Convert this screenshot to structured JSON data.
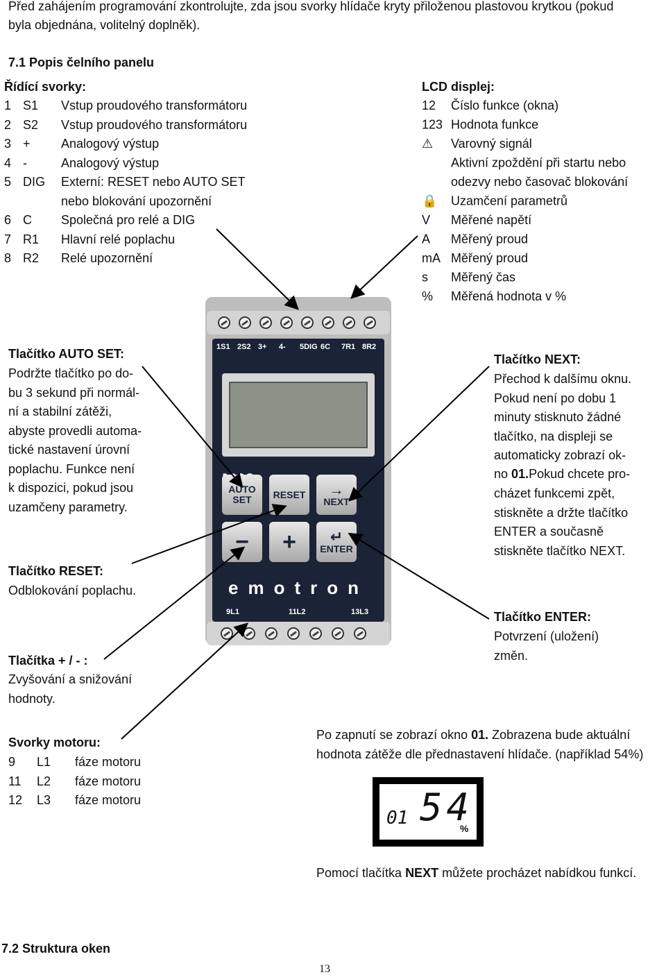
{
  "intro": [
    "Před zahájením programování zkontrolujte, zda jsou svorky hlídače kryty přiloženou plastovou krytkou (pokud",
    "byla objednána, volitelný doplněk)."
  ],
  "section_title": "7.1 Popis čelního panelu",
  "control_terminals": {
    "title": "Řídící svorky:",
    "rows": [
      {
        "num": "1",
        "code": "S1",
        "desc": "Vstup proudového transformátoru"
      },
      {
        "num": "2",
        "code": "S2",
        "desc": "Vstup proudového transformátoru"
      },
      {
        "num": "3",
        "code": "+",
        "desc": "Analogový výstup"
      },
      {
        "num": "4",
        "code": "-",
        "desc": "Analogový výstup"
      },
      {
        "num": "5",
        "code": "DIG",
        "desc": "Externí: RESET nebo AUTO SET"
      },
      {
        "num": "",
        "code": "",
        "desc": "nebo blokování upozornění"
      },
      {
        "num": "6",
        "code": "C",
        "desc": "Společná pro relé a DIG"
      },
      {
        "num": "7",
        "code": "R1",
        "desc": "Hlavní relé poplachu"
      },
      {
        "num": "8",
        "code": "R2",
        "desc": "Relé upozornění"
      }
    ]
  },
  "lcd_display": {
    "title": "LCD displej:",
    "rows": [
      {
        "sym": "12",
        "desc": "Číslo funkce (okna)"
      },
      {
        "sym": "123",
        "desc": "Hodnota funkce"
      },
      {
        "sym": "⚠",
        "desc": "Varovný signál"
      },
      {
        "sym": "",
        "desc": "Aktivní zpoždění při startu nebo"
      },
      {
        "sym": "",
        "desc": "odezvy nebo časovač blokování"
      },
      {
        "sym": "🔒",
        "desc": "Uzamčení parametrů"
      },
      {
        "sym": "V",
        "desc": "Měřené napětí"
      },
      {
        "sym": "A",
        "desc": "Měřený proud"
      },
      {
        "sym": "mA",
        "desc": "Měřený proud"
      },
      {
        "sym": "s",
        "desc": "Měřený čas"
      },
      {
        "sym": "%",
        "desc": "Měřená hodnota v %"
      }
    ]
  },
  "autoset": {
    "title": "Tlačítko AUTO SET:",
    "lines": [
      "Podržte tlačítko po do-",
      "bu 3 sekund při normál-",
      "ní a stabilní zátěži,",
      "abyste provedli automa-",
      "tické nastavení úrovní",
      "poplachu. Funkce není",
      "k dispozici, pokud jsou",
      "uzamčeny parametry."
    ]
  },
  "reset": {
    "title": "Tlačítko RESET:",
    "lines": [
      "Odblokování poplachu."
    ]
  },
  "plusminus": {
    "title": "Tlačítka + / - :",
    "lines": [
      "Zvyšování a snižování",
      "hodnoty."
    ]
  },
  "next": {
    "title": "Tlačítko NEXT:",
    "lines": [
      "Přechod k dalšímu oknu.",
      "Pokud není po dobu 1",
      "minuty stisknuto žádné",
      "tlačítko, na displeji se",
      "automaticky zobrazí ok-"
    ],
    "line6_pre": "no ",
    "line6_bold": "01.",
    "line6_post": "Pokud chcete pro-",
    "lines2": [
      "cházet funkcemi zpět,",
      "stiskněte a držte tlačítko",
      "ENTER a současně",
      "stiskněte tlačítko NEXT."
    ]
  },
  "enter": {
    "title": "Tlačítko ENTER:",
    "lines": [
      "Potvrzení (uložení)",
      "změn."
    ]
  },
  "motor": {
    "title": "Svorky motoru:",
    "rows": [
      {
        "num": "9",
        "code": "L1",
        "desc": "fáze motoru"
      },
      {
        "num": "11",
        "code": "L2",
        "desc": "fáze motoru"
      },
      {
        "num": "12",
        "code": "L3",
        "desc": "fáze motoru"
      }
    ]
  },
  "power_on": {
    "pre": "Po zapnutí se zobrazí okno ",
    "bold": "01.",
    "post": " Zobrazena bude aktuální",
    "line2": "hodnota zátěže dle přednastavení hlídače. (například 54%)"
  },
  "lcd_example": {
    "window": "01",
    "value": "54",
    "unit": "%"
  },
  "next_hint": {
    "pre": "Pomocí tlačítka ",
    "bold": "NEXT",
    "post": " můžete procházet nabídkou funkcí."
  },
  "section2_title": "7.2 Struktura oken",
  "page_number": "13",
  "device": {
    "terminals_top": [
      "1S1",
      "2S2",
      "3+",
      "4-",
      "5DIG",
      "6C",
      "7R1",
      "8R2"
    ],
    "terminals_bottom": [
      "9L1",
      "11L2",
      "13L3"
    ],
    "model": "M20",
    "brand": "emotron",
    "keys": {
      "autoset": "AUTO\nSET",
      "reset": "RESET",
      "next_arrow": "→",
      "next": "NEXT",
      "minus": "−",
      "plus": "+",
      "enter_arrow": "↵",
      "enter": "ENTER"
    }
  }
}
